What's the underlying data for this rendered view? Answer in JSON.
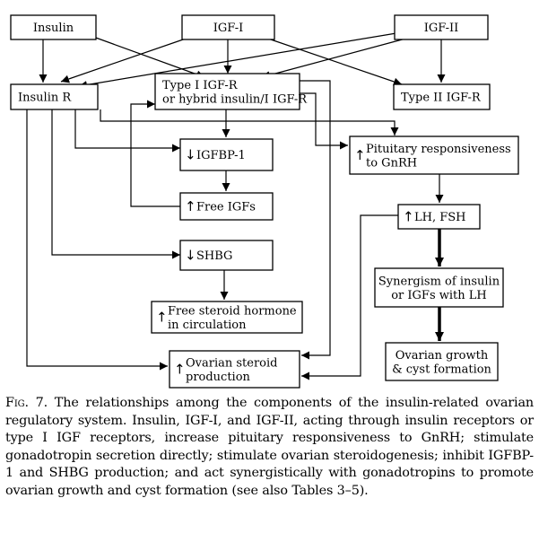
{
  "diagram": {
    "nodes": {
      "insulin": {
        "lines": [
          "Insulin"
        ]
      },
      "igf1": {
        "lines": [
          "IGF-I"
        ]
      },
      "igf2": {
        "lines": [
          "IGF-II"
        ]
      },
      "insulin_r": {
        "lines": [
          "Insulin R"
        ]
      },
      "type1_igfr": {
        "lines": [
          "Type I IGF-R",
          "or hybrid insulin/I IGF-R"
        ]
      },
      "type2_igfr": {
        "lines": [
          "Type II IGF-R"
        ]
      },
      "igfbp1": {
        "prefix": "down",
        "lines": [
          "IGFBP-1"
        ]
      },
      "pituitary": {
        "prefix": "up",
        "lines": [
          "Pituitary responsiveness",
          "to GnRH"
        ]
      },
      "free_igfs": {
        "prefix": "up",
        "lines": [
          "Free IGFs"
        ]
      },
      "lh_fsh": {
        "prefix": "up",
        "lines": [
          "LH, FSH"
        ]
      },
      "shbg": {
        "prefix": "down",
        "lines": [
          "SHBG"
        ]
      },
      "synergism": {
        "lines": [
          "Synergism of insulin",
          "or IGFs with LH"
        ]
      },
      "free_steroid": {
        "prefix": "up",
        "lines": [
          "Free steroid hormone",
          "in circulation"
        ]
      },
      "ovarian_growth": {
        "lines": [
          "Ovarian growth",
          "& cyst formation"
        ]
      },
      "ovarian_steroid": {
        "prefix": "up",
        "lines": [
          "Ovarian steroid",
          "production"
        ]
      }
    },
    "glyphs": {
      "up": "↑",
      "down": "↓"
    }
  },
  "caption": {
    "label": "Fig. 7.",
    "text": "The relationships among the components of the insulin-related ovarian regulatory system. Insulin, IGF-I, and IGF-II, acting through insulin receptors or type I IGF receptors, increase pituitary responsiveness to GnRH; stimulate gonadotropin secretion directly; stimulate ovarian steroidogenesis; inhibit IGFBP-1 and SHBG production; and act synergistically with gonadotropins to promote ovarian growth and cyst formation (see also Tables 3–5)."
  }
}
